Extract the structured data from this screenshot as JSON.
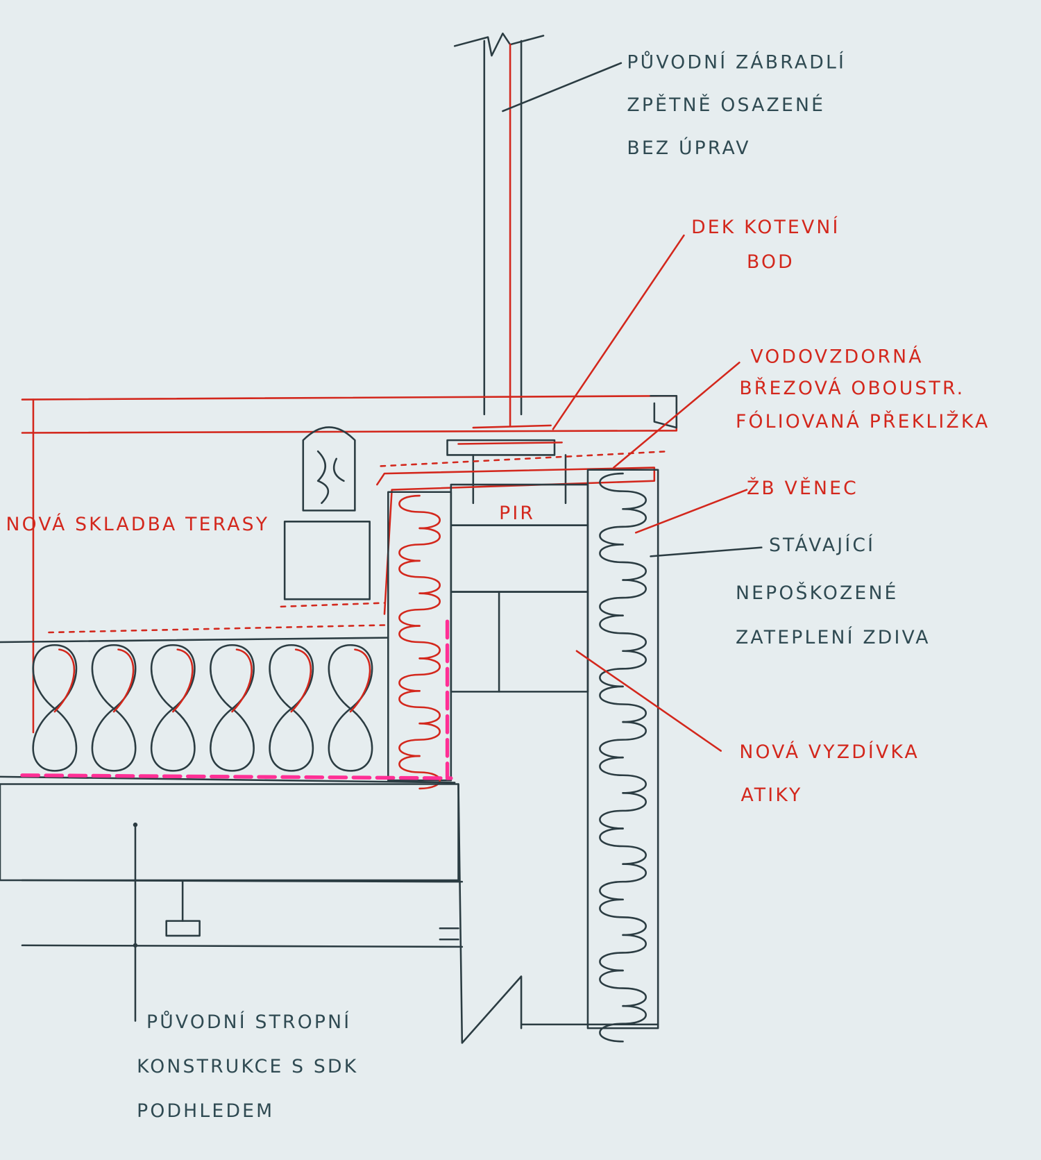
{
  "colors": {
    "background": "#e6edef",
    "ink": "#2b3c42",
    "red": "#d3271c",
    "pink": "#ff2f95"
  },
  "labels": {
    "railing": [
      "PŮVODNÍ ZÁBRADLÍ",
      "ZPĚTNĚ OSAZENÉ",
      "BEZ ÚPRAV"
    ],
    "anchor": [
      "DEK KOTEVNÍ",
      "BOD"
    ],
    "plywood": [
      "VODOVZDORNÁ",
      "BŘEZOVÁ OBOUSTR.",
      "FÓLIOVANÁ PŘEKLIŽKA"
    ],
    "ring_beam": [
      "ŽB VĚNEC"
    ],
    "insulation": [
      "STÁVAJÍCÍ",
      "NEPOŠKOZENÉ",
      "ZATEPLENÍ ZDIVA"
    ],
    "masonry": [
      "NOVÁ VYZDÍVKA",
      "ATIKY"
    ],
    "terrace": [
      "NOVÁ SKLADBA TERASY"
    ],
    "ceiling": [
      "PŮVODNÍ STROPNÍ",
      "KONSTRUKCE S SDK",
      "PODHLEDEM"
    ],
    "pir": "PIR"
  }
}
